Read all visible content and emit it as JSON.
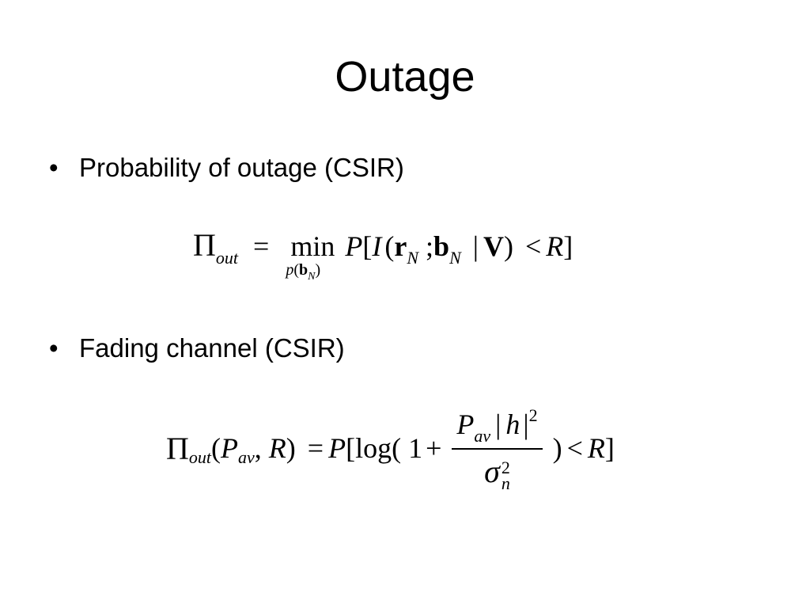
{
  "slide": {
    "title": "Outage",
    "bullets": [
      {
        "marker": "•",
        "text": "Probability of outage (CSIR)"
      },
      {
        "marker": "•",
        "text": "Fading channel (CSIR)"
      }
    ],
    "equation1": {
      "pi": "Π",
      "pi_sub": "out",
      "equals": "=",
      "min": "min",
      "min_under_p": "p",
      "min_under_open": "(",
      "min_under_b": "b",
      "min_under_N": "N",
      "min_under_close": ")",
      "P": "P",
      "lbracket": "[",
      "I": "I",
      "lparen": "(",
      "r": "r",
      "r_sub": "N",
      "semicolon": ";",
      "b": "b",
      "b_sub": "N",
      "bar": "|",
      "V": "V",
      "rparen": ")",
      "lt": "<",
      "R": "R",
      "rbracket": "]"
    },
    "equation2": {
      "pi": "Π",
      "pi_sub": "out",
      "lparen": "(",
      "Pav": "P",
      "Pav_sub": "av",
      "comma": ",",
      "R": "R",
      "rparen": ")",
      "equals": "=",
      "P": "P",
      "lbracket": "[",
      "log": "log(",
      "one": "1",
      "plus": "+",
      "num_P": "P",
      "num_P_sub": "av",
      "num_bar1": "|",
      "num_h": "h",
      "num_bar2": "|",
      "num_sup": "2",
      "den_sigma": "σ",
      "den_sup": "2",
      "den_sub": "n",
      "close_paren": ")",
      "lt": "<",
      "R2": "R",
      "rbracket": "]"
    }
  }
}
